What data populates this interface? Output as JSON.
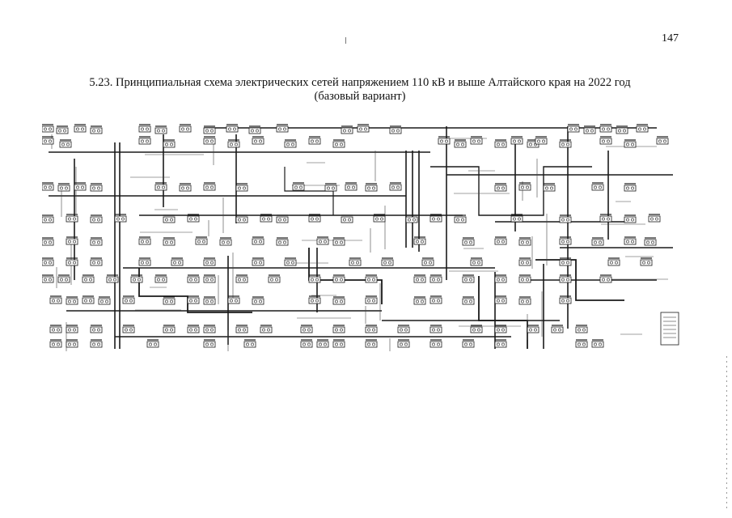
{
  "page": {
    "number": "147"
  },
  "title": {
    "line1": "5.23. Принципиальная схема электрических сетей напряжением 110 кВ и выше Алтайского края на 2022 год",
    "line2": "(базовый вариант)"
  },
  "scheme": {
    "colors": {
      "line": "#1a1a1a",
      "thin": "#444444",
      "paper": "#ffffff"
    }
  }
}
